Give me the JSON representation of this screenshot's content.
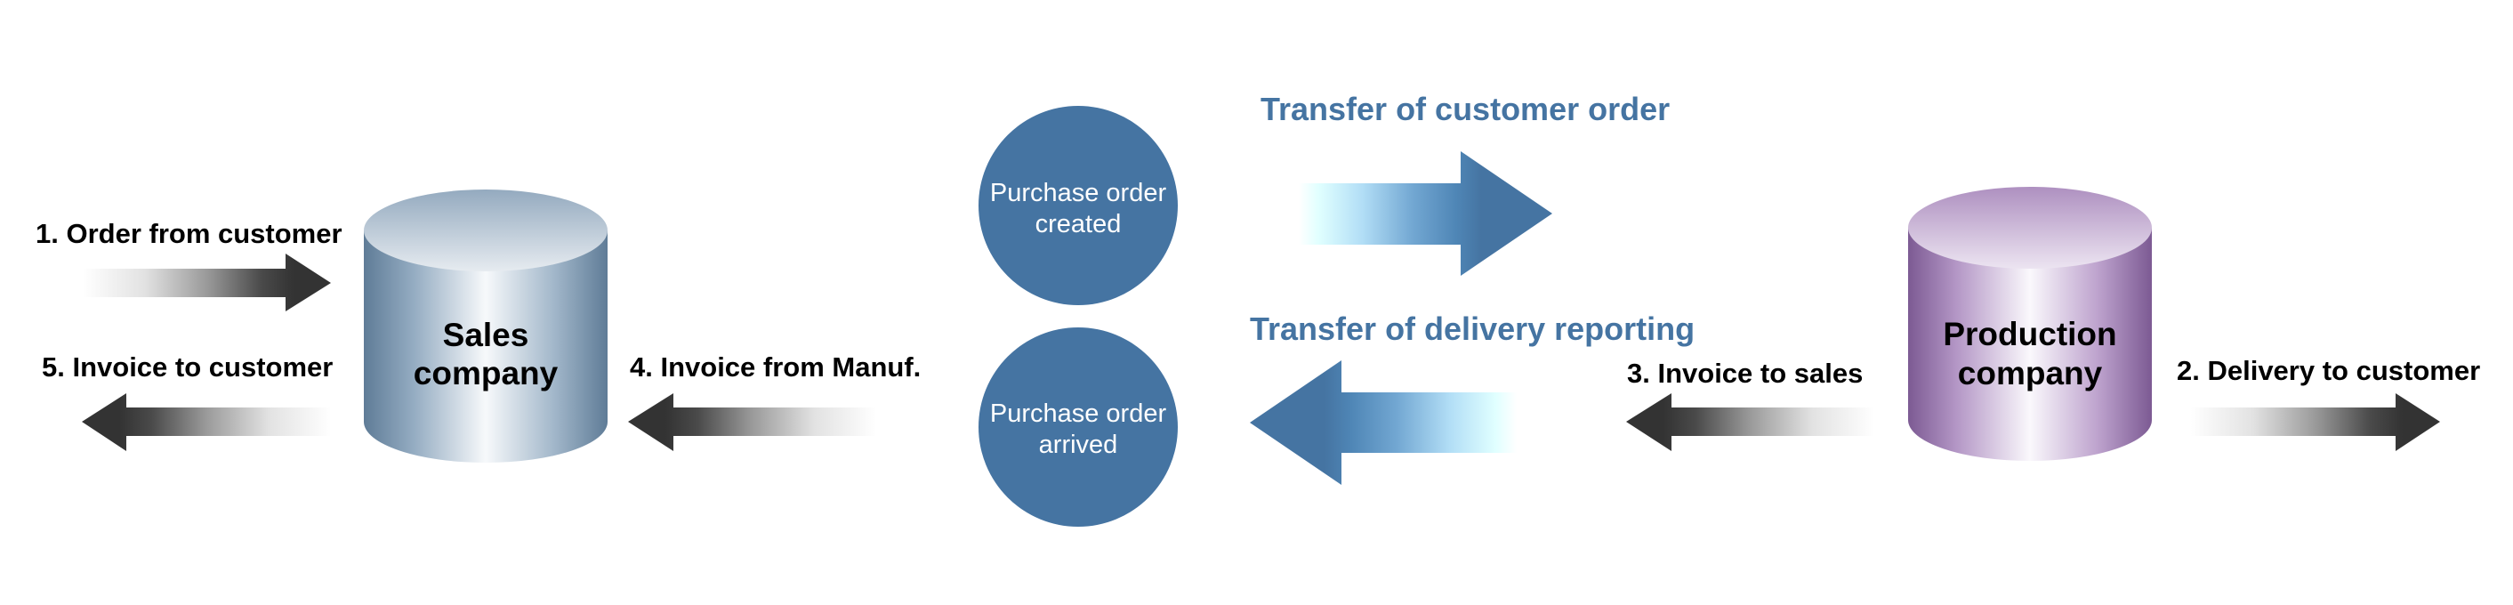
{
  "colors": {
    "accent_blue": "#4574A2",
    "dark_arrow": "#333333",
    "sales_cylinder_edge": "#5F7C97",
    "sales_cylinder_mid": "#97AFC5",
    "sales_cylinder_top": "#94AABF",
    "production_cylinder_edge": "#7C5A93",
    "production_cylinder_mid": "#B497C6",
    "production_cylinder_top": "#AE90C0",
    "highlight": "#FFFFFF",
    "light_cyan": "#E0FFFF"
  },
  "nodes": {
    "sales": {
      "line1": "Sales",
      "line2": "company"
    },
    "production": {
      "line1": "Production",
      "line2": "company"
    },
    "po_created": {
      "line1": "Purchase order",
      "line2": "created"
    },
    "po_arrived": {
      "line1": "Purchase order",
      "line2": "arrived"
    }
  },
  "flows": {
    "order_from_customer": {
      "label": "1. Order from customer",
      "direction": "right"
    },
    "delivery_to_customer": {
      "label": "2. Delivery to customer",
      "direction": "right"
    },
    "invoice_to_sales": {
      "label": "3. Invoice to sales",
      "direction": "left"
    },
    "invoice_from_manuf": {
      "label": "4. Invoice from Manuf.",
      "direction": "left"
    },
    "invoice_to_customer": {
      "label": "5. Invoice to customer",
      "direction": "left"
    }
  },
  "transfers": {
    "customer_order": {
      "label": "Transfer of customer order",
      "direction": "right"
    },
    "delivery_reporting": {
      "label": "Transfer of delivery reporting",
      "direction": "left"
    }
  }
}
